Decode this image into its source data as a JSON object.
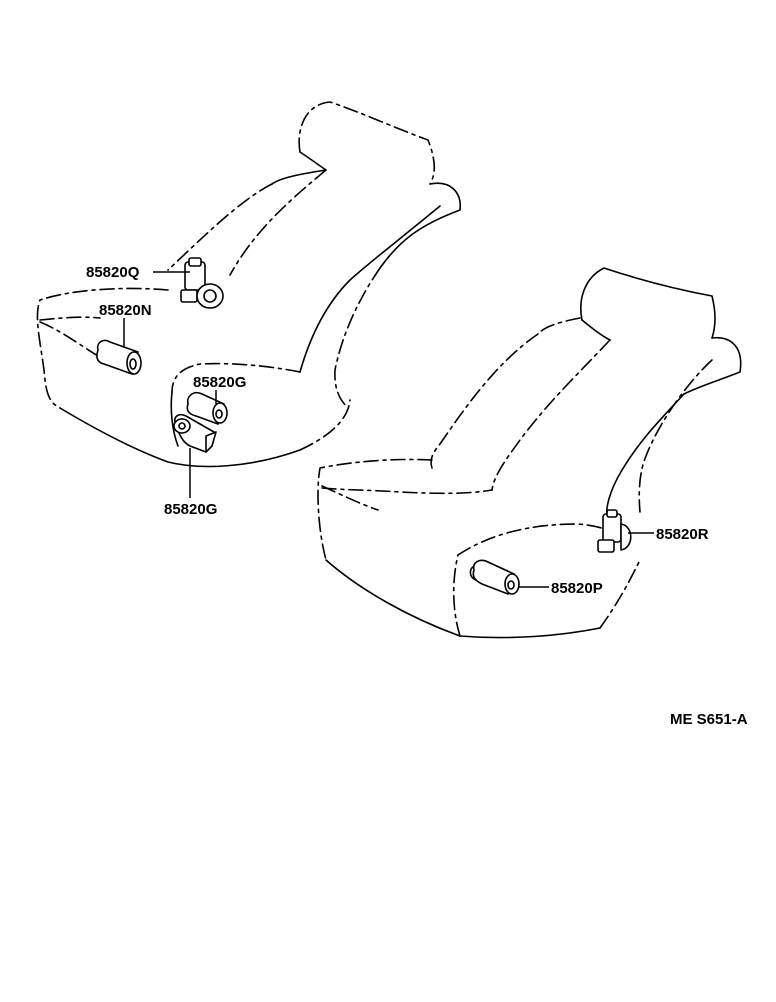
{
  "labels": {
    "part_q": "85820Q",
    "part_n": "85820N",
    "part_g_upper": "85820G",
    "part_g_lower": "85820G",
    "part_r": "85820R",
    "part_p": "85820P"
  },
  "reference_code": "ME S651-A"
}
